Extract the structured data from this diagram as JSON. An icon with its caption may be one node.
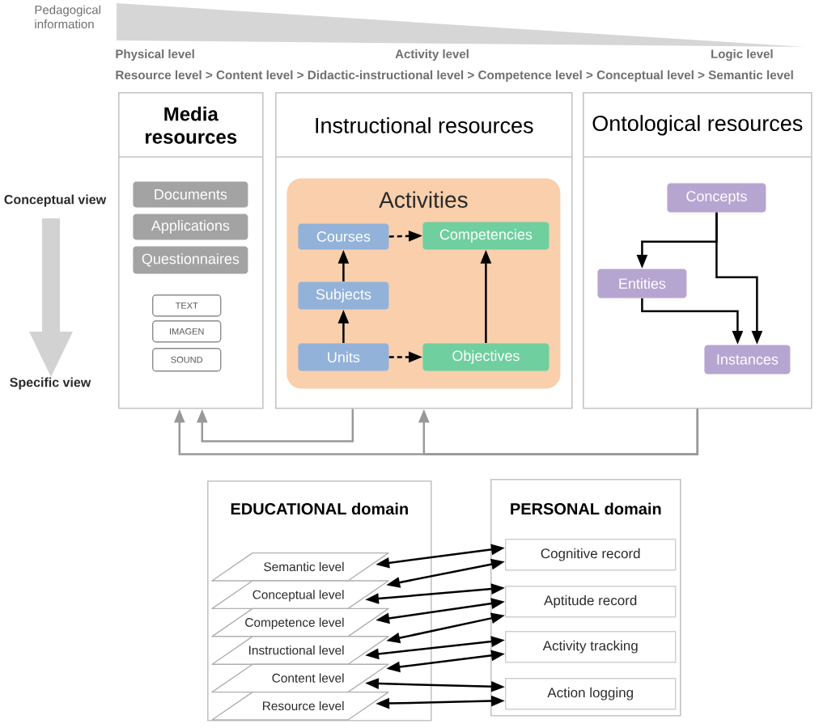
{
  "diagram": {
    "nodes": [
      {
        "text": [
          "Pedagogical information"
        ],
        "beside": [
          "Physical level",
          "Activity level",
          "Logic level"
        ]
      },
      {
        "text": [
          "Media resources"
        ]
      },
      {
        "text": [
          "Documents"
        ],
        "in": 1
      },
      {
        "text": [
          "Applications"
        ],
        "in": 1
      },
      {
        "text": [
          "Questionnaires"
        ],
        "in": 1
      },
      {
        "text": [
          "TEXT"
        ],
        "in": 1
      },
      {
        "text": [
          "IMAGEN"
        ],
        "in": 1
      },
      {
        "text": [
          "SOUND"
        ],
        "in": 1
      },
      {
        "text": [
          "Instructional resources"
        ]
      },
      {
        "text": [
          "Activities"
        ],
        "in": 8
      },
      {
        "text": [
          "Courses"
        ],
        "in": 9
      },
      {
        "text": [
          "Competencies"
        ],
        "in": 9
      },
      {
        "text": [
          "Subjects"
        ],
        "in": 9
      },
      {
        "text": [
          "Units"
        ],
        "in": 9
      },
      {
        "text": [
          "Objectives"
        ],
        "in": 9
      },
      {
        "text": [
          "Ontological resources"
        ]
      },
      {
        "text": [
          "Concepts"
        ],
        "in": 15
      },
      {
        "text": [
          "Entities"
        ],
        "in": 15
      },
      {
        "text": [
          "Instances"
        ],
        "in": 15
      },
      {
        "text": [
          "EDUCATIONAL domain"
        ]
      },
      {
        "text": [
          "Semantic level"
        ],
        "in": 19
      },
      {
        "text": [
          "Conceptual level"
        ],
        "in": 19
      },
      {
        "text": [
          "Competence level"
        ],
        "in": 19
      },
      {
        "text": [
          "Instructional level"
        ],
        "in": 19
      },
      {
        "text": [
          "Content level"
        ],
        "in": 19
      },
      {
        "text": [
          "Resource level"
        ],
        "in": 19
      },
      {
        "text": [
          "PERSONAL domain"
        ]
      },
      {
        "text": [
          "Cognitive record"
        ],
        "in": 26
      },
      {
        "text": [
          "Aptitude record"
        ],
        "in": 26
      },
      {
        "text": [
          "Activity tracking"
        ],
        "in": 26
      },
      {
        "text": [
          "Action logging"
        ],
        "in": 26
      }
    ],
    "edges": [
      {
        "from": 10,
        "to": 11,
        "arrow": "to",
        "style": "dashed"
      },
      {
        "from": 13,
        "to": 14,
        "arrow": "to",
        "style": "dashed"
      },
      {
        "from": 12,
        "to": 10,
        "arrow": "to"
      },
      {
        "from": 13,
        "to": 12,
        "arrow": "to"
      },
      {
        "from": 14,
        "to": 11,
        "arrow": "to"
      },
      {
        "from": 16,
        "to": 17,
        "arrow": "to"
      },
      {
        "from": 16,
        "to": 18,
        "arrow": "to"
      },
      {
        "from": 17,
        "to": 18,
        "arrow": "to"
      },
      {
        "from": 8,
        "to": 1,
        "arrow": "to",
        "color": "#999999"
      },
      {
        "from": 15,
        "to": 1,
        "arrow": "to",
        "color": "#999999"
      },
      {
        "from": 15,
        "to": 8,
        "arrow": "to",
        "color": "#999999"
      },
      {
        "from": 20,
        "to": 27,
        "arrow": "both"
      },
      {
        "from": 21,
        "to": 27,
        "arrow": "both"
      },
      {
        "from": 21,
        "to": 28,
        "arrow": "both"
      },
      {
        "from": 22,
        "to": 28,
        "arrow": "both"
      },
      {
        "from": 23,
        "to": 28,
        "arrow": "both"
      },
      {
        "from": 23,
        "to": 29,
        "arrow": "both"
      },
      {
        "from": 24,
        "to": 29,
        "arrow": "both"
      },
      {
        "from": 24,
        "to": 30,
        "arrow": "both"
      },
      {
        "from": 25,
        "to": 30,
        "arrow": "both"
      }
    ],
    "labels": [
      "Resource level > Content level > Didactic-instructional level > Competence level > Conceptual level > Semantic level",
      "Conceptual view",
      "Specific view"
    ]
  }
}
